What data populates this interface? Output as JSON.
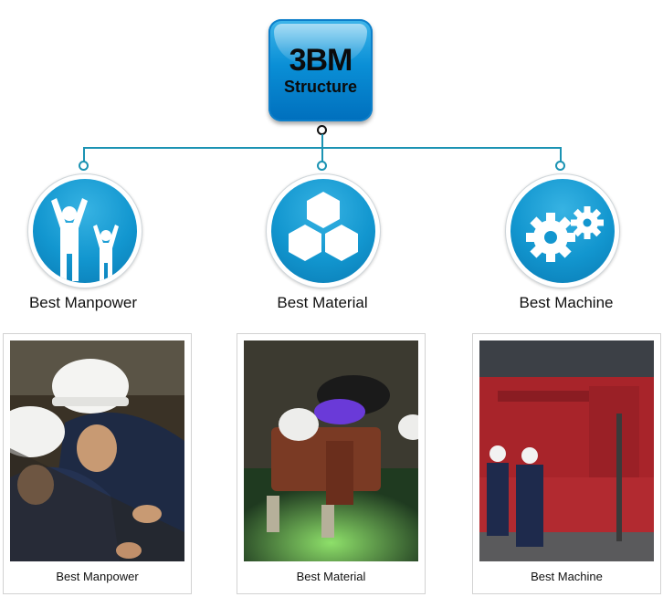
{
  "diagram": {
    "root": {
      "title": "3BM",
      "subtitle": "Structure"
    },
    "nodes": [
      {
        "label": "Best Manpower",
        "icon": "people-icon"
      },
      {
        "label": "Best Material",
        "icon": "hexagons-icon"
      },
      {
        "label": "Best Machine",
        "icon": "gears-icon"
      }
    ]
  },
  "photos": [
    {
      "caption": "Best Manpower"
    },
    {
      "caption": "Best Material"
    },
    {
      "caption": "Best Machine"
    }
  ],
  "colors": {
    "accent": "#1296cf",
    "connector": "#1b93b3"
  }
}
